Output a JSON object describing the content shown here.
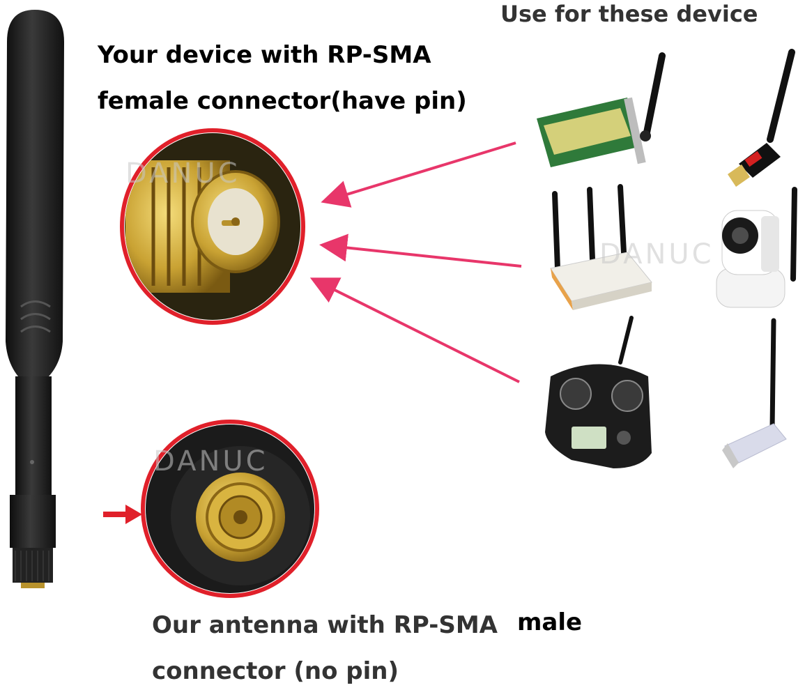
{
  "labels": {
    "device_connector_line1": "Your device with RP-SMA",
    "device_connector_line2": "female connector(have pin)",
    "use_for": "Use for these device",
    "antenna_line1": "Our antenna with RP-SMA",
    "antenna_male": "male",
    "antenna_line2": "connector  (no pin)"
  },
  "watermark": "DANUC",
  "colors": {
    "highlight_red": "#e0202a",
    "arrow_pink": "#e8366a",
    "antenna_black": "#1e1e1e",
    "gold": "#c9a233"
  },
  "icons": [
    "antenna-icon",
    "female-connector-icon",
    "male-connector-icon",
    "pci-card-icon",
    "usb-adapter-icon",
    "router-icon",
    "ip-camera-icon",
    "rc-transmitter-icon",
    "usb-wifi-adapter-icon"
  ]
}
